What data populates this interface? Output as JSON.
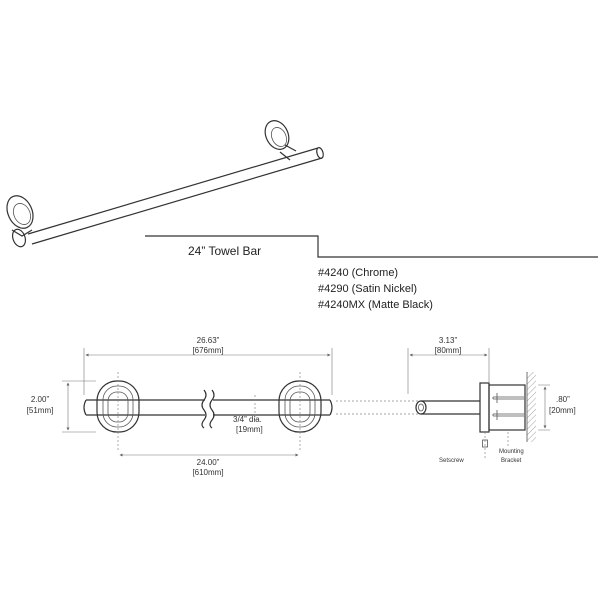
{
  "product": {
    "title": "24” Towel Bar",
    "finishes": [
      "#4240 (Chrome)",
      "#4290 (Satin Nickel)",
      "#4240MX (Matte Black)"
    ]
  },
  "dimensions": {
    "overall_length": "26.63”",
    "overall_length_mm": "[676mm]",
    "flange_height": "2.00”",
    "flange_height_mm": "[51mm]",
    "bar_diameter": "3/4” dia.",
    "bar_diameter_mm": "[19mm]",
    "center_to_center": "24.00”",
    "center_to_center_mm": "[610mm]",
    "projection": "3.13”",
    "projection_mm": "[80mm]",
    "bracket_depth": ".80”",
    "bracket_depth_mm": "[20mm]"
  },
  "callouts": {
    "setscrew": "Setscrew",
    "mounting_line1": "Mounting",
    "mounting_line2": "Bracket"
  }
}
